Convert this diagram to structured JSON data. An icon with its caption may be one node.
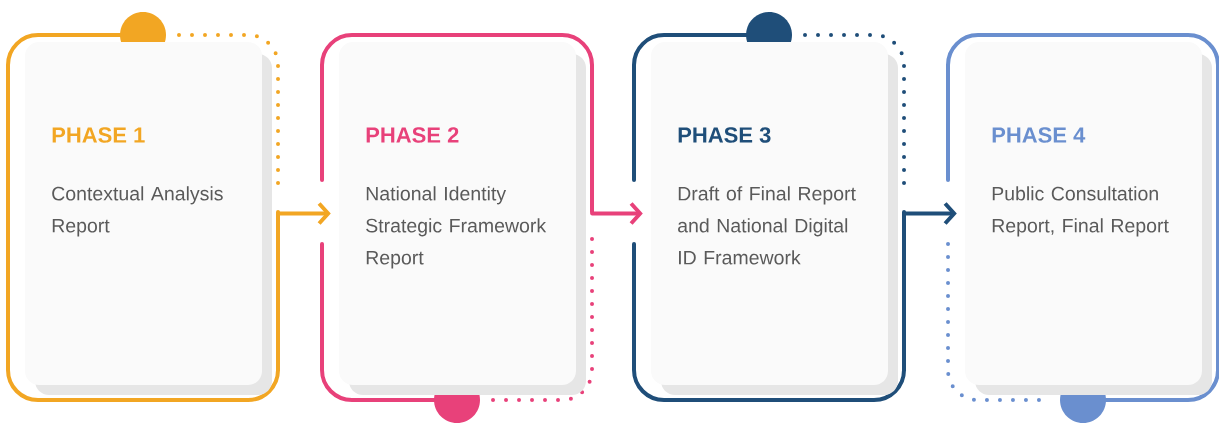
{
  "diagram": {
    "nodes": [
      {
        "text": [
          "PHASE 1",
          "Contextual Analysis Report"
        ]
      },
      {
        "text": [
          "PHASE 2",
          "National Identity Strategic Framework Report"
        ]
      },
      {
        "text": [
          "PHASE 3",
          "Draft of Final Report and National Digital ID Framework"
        ]
      },
      {
        "text": [
          "PHASE 4",
          "Public Consultation Report, Final Report"
        ]
      }
    ],
    "edges": [
      {
        "from": 0,
        "to": 1,
        "arrow": "to",
        "color": "#f2a623"
      },
      {
        "from": 1,
        "to": 2,
        "arrow": "to",
        "color": "#e8417a"
      },
      {
        "from": 2,
        "to": 3,
        "arrow": "to",
        "color": "#1f4e79"
      }
    ]
  }
}
